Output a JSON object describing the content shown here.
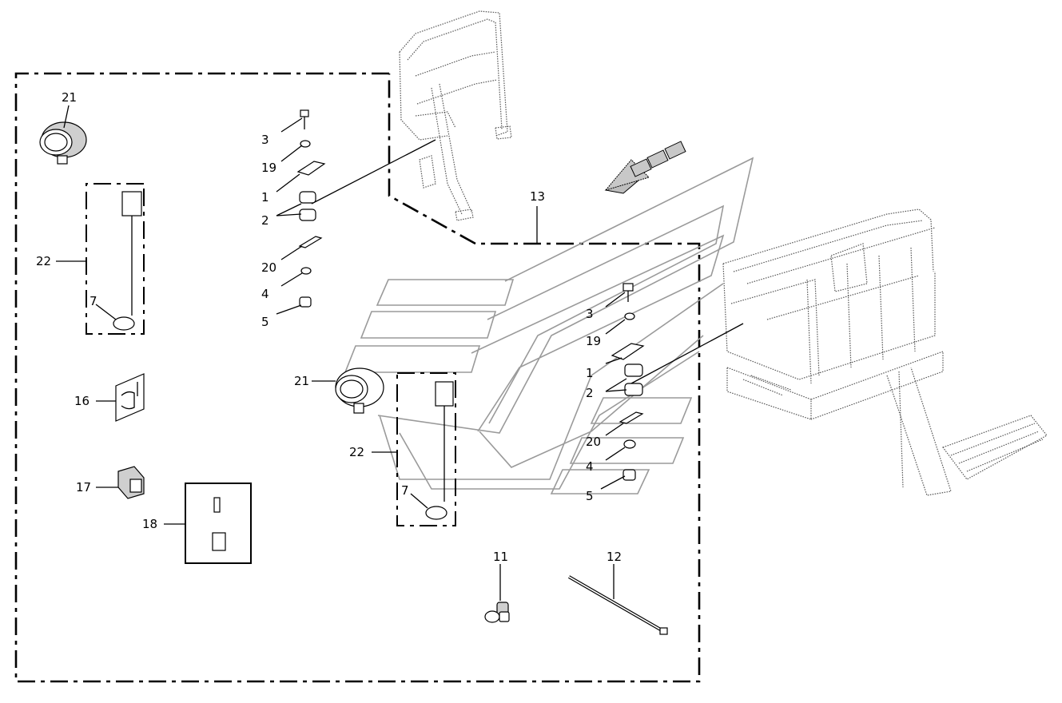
{
  "callouts": {
    "c21_top": "21",
    "c22_left": "22",
    "c7_left": "7",
    "c16": "16",
    "c17": "17",
    "c18": "18",
    "c3_top": "3",
    "c19_top": "19",
    "c1_top": "1",
    "c2_top": "2",
    "c20_top": "20",
    "c4_top": "4",
    "c5_top": "5",
    "c13": "13",
    "c21_mid": "21",
    "c22_mid": "22",
    "c7_mid": "7",
    "c3_right": "3",
    "c19_right": "19",
    "c1_right": "1",
    "c2_right": "2",
    "c20_right": "20",
    "c4_right": "4",
    "c5_right": "5",
    "c11": "11",
    "c12": "12"
  },
  "icons": {
    "work_lamp": "work-lamp-icon",
    "connector": "connector-icon",
    "switch_label": "headlight-decal-icon",
    "switch": "rocker-switch-icon",
    "cable_tie": "cable-tie-icon",
    "front_arrow": "direction-arrow-icon"
  }
}
